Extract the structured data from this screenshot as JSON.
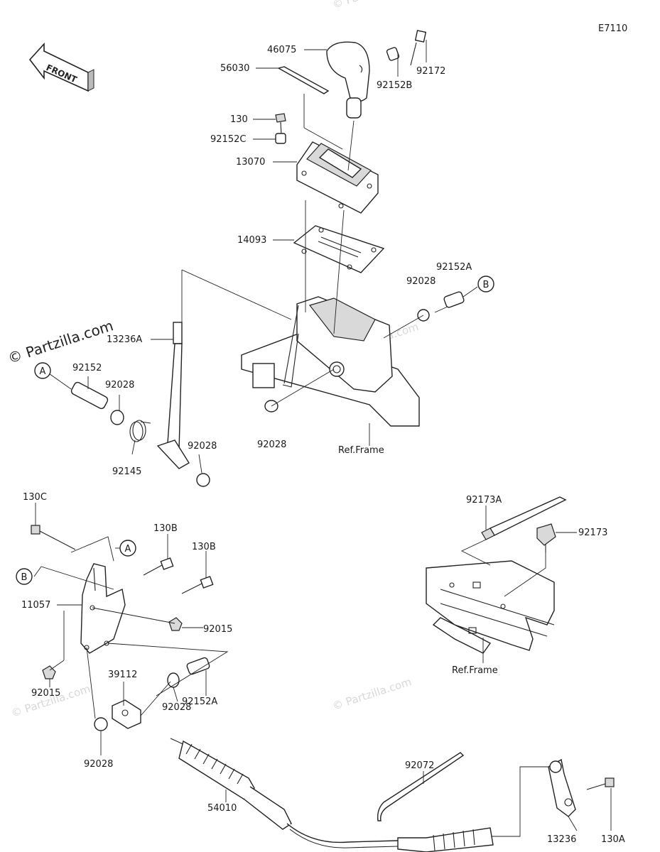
{
  "diagram": {
    "code": "E7110",
    "front_arrow_text": "FRONT",
    "watermark": "© Partzilla.com",
    "watermarks_faint": [
      "© Partzilla.com",
      "© Partzilla.com",
      "© Partzilla.com",
      "© Partzilla.com"
    ],
    "ref_labels": [
      "Ref.Frame",
      "Ref.Frame"
    ],
    "circle_refs": [
      "A",
      "B",
      "A",
      "B"
    ],
    "part_labels": [
      "46075",
      "92172",
      "56030",
      "92152B",
      "130",
      "92152C",
      "13070",
      "14093",
      "92152A",
      "92028",
      "13236A",
      "92152",
      "92028",
      "92145",
      "92028",
      "92028",
      "130C",
      "130B",
      "130B",
      "11057",
      "92015",
      "92015",
      "39112",
      "92028",
      "92152A",
      "92028",
      "92173A",
      "92173",
      "92072",
      "54010",
      "13236",
      "130A"
    ]
  }
}
